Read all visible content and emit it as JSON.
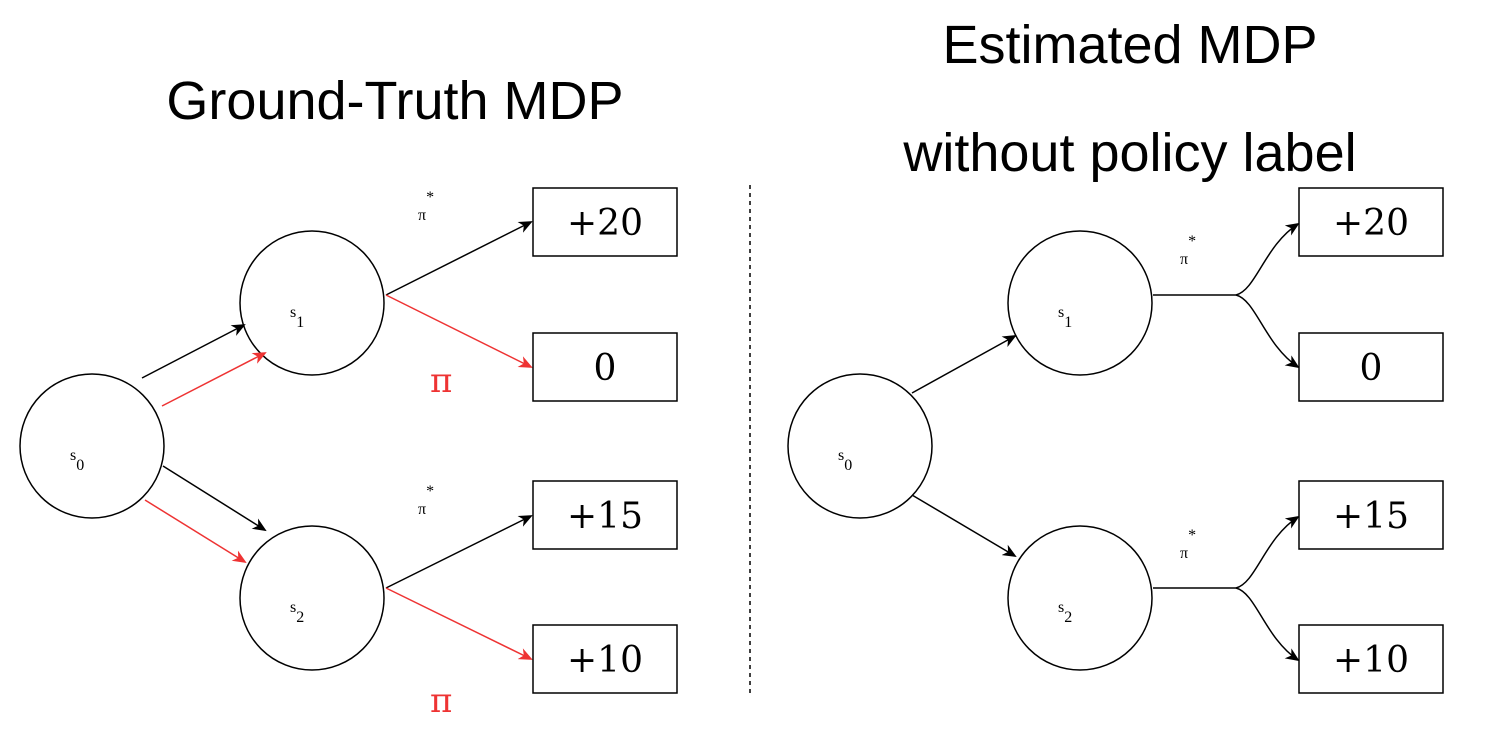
{
  "left_panel": {
    "title": "Ground-Truth MDP",
    "nodes": {
      "s0": {
        "base": "s",
        "sub": "0"
      },
      "s1": {
        "base": "s",
        "sub": "1"
      },
      "s2": {
        "base": "s",
        "sub": "2"
      }
    },
    "rewards": [
      "+20",
      "0",
      "+15",
      "+10"
    ],
    "policy_labels": {
      "optimal": "π",
      "optimal_sup": "*",
      "behavior": "π"
    }
  },
  "right_panel": {
    "title_line1": "Estimated MDP",
    "title_line2": "without policy label",
    "nodes": {
      "s0": {
        "base": "s",
        "sub": "0"
      },
      "s1": {
        "base": "s",
        "sub": "1"
      },
      "s2": {
        "base": "s",
        "sub": "2"
      }
    },
    "rewards": [
      "+20",
      "0",
      "+15",
      "+10"
    ],
    "policy_labels": {
      "optimal": "π",
      "optimal_sup": "*"
    }
  },
  "colors": {
    "optimal_edge": "#000000",
    "behavior_edge": "#ee3333",
    "divider": "#000000"
  }
}
